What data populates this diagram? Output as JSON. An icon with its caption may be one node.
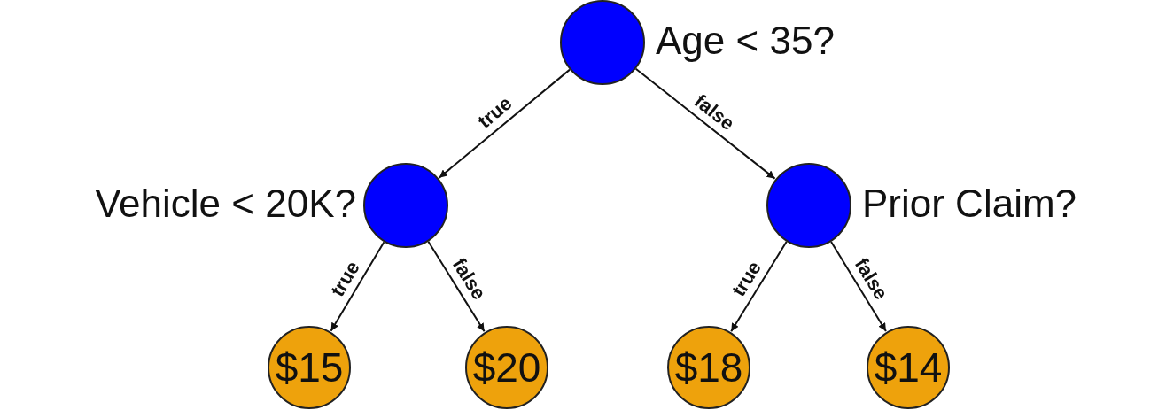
{
  "diagram": {
    "nodes": [
      {
        "text": [],
        "shape": "circle",
        "beside": [
          "Age < 35?"
        ]
      },
      {
        "text": [],
        "shape": "circle",
        "beside": [
          "Vehicle < 20K?"
        ]
      },
      {
        "text": [],
        "shape": "circle",
        "beside": [
          "Prior Claim?"
        ]
      },
      {
        "text": [
          "$15"
        ]
      },
      {
        "text": [
          "$20"
        ]
      },
      {
        "text": [
          "$18"
        ]
      },
      {
        "text": [
          "$14"
        ]
      }
    ],
    "edges": [
      {
        "from": 0,
        "to": 1,
        "arrow": "to",
        "label": "true"
      },
      {
        "from": 0,
        "to": 2,
        "arrow": "to",
        "label": "false"
      },
      {
        "from": 1,
        "to": 3,
        "arrow": "to",
        "label": "true"
      },
      {
        "from": 1,
        "to": 4,
        "arrow": "to",
        "label": "false"
      },
      {
        "from": 2,
        "to": 5,
        "arrow": "to",
        "label": "true"
      },
      {
        "from": 2,
        "to": 6,
        "arrow": "to",
        "label": "false"
      }
    ]
  }
}
